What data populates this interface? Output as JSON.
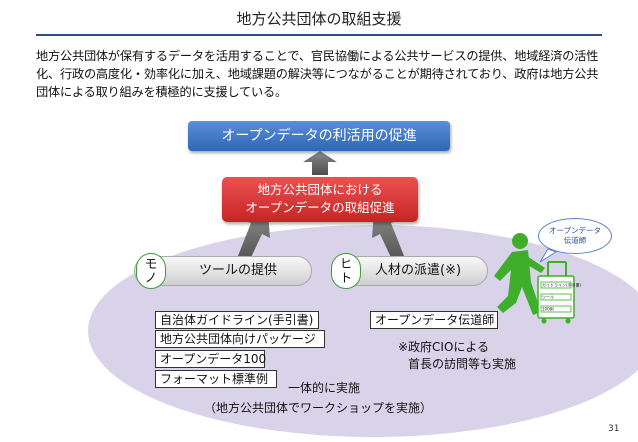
{
  "slide": {
    "title": "地方公共団体の取組支援",
    "intro": "地方公共団体が保有するデータを活用することで、官民協働による公共サービスの提供、地域経済の活性化、行政の高度化・効率化に加え、地域課題の解決等につながることが期待されており、政府は地方公共団体による取り組みを積極的に支援している。",
    "page_number": "31"
  },
  "diagram": {
    "top_box": "オープンデータの利活用の促進",
    "middle_box_line1": "地方公共団体における",
    "middle_box_line2": "オープンデータの取組促進",
    "mono_label_1": "モ",
    "mono_label_2": "ノ",
    "hito_label_1": "ヒ",
    "hito_label_2": "ト",
    "tool_label": "ツールの提供",
    "person_label": "人材の派遣(※)",
    "tools": [
      "自治体ガイドライン(手引書)",
      "地方公共団体向けパッケージ",
      "オープンデータ100",
      "フォーマット標準例"
    ],
    "advisor": "オープンデータ伝道師",
    "cio_note_1": "※政府CIOによる",
    "cio_note_2": "首長の訪問等も実施",
    "integrated": "一体的に実施",
    "workshop": "（地方公共団体でワークショップを実施）",
    "bubble_line1": "オープンデータ",
    "bubble_line2": "伝道師",
    "luggage_labels": [
      "ガイドライン(手引書)",
      "ツール",
      "100例"
    ]
  }
}
